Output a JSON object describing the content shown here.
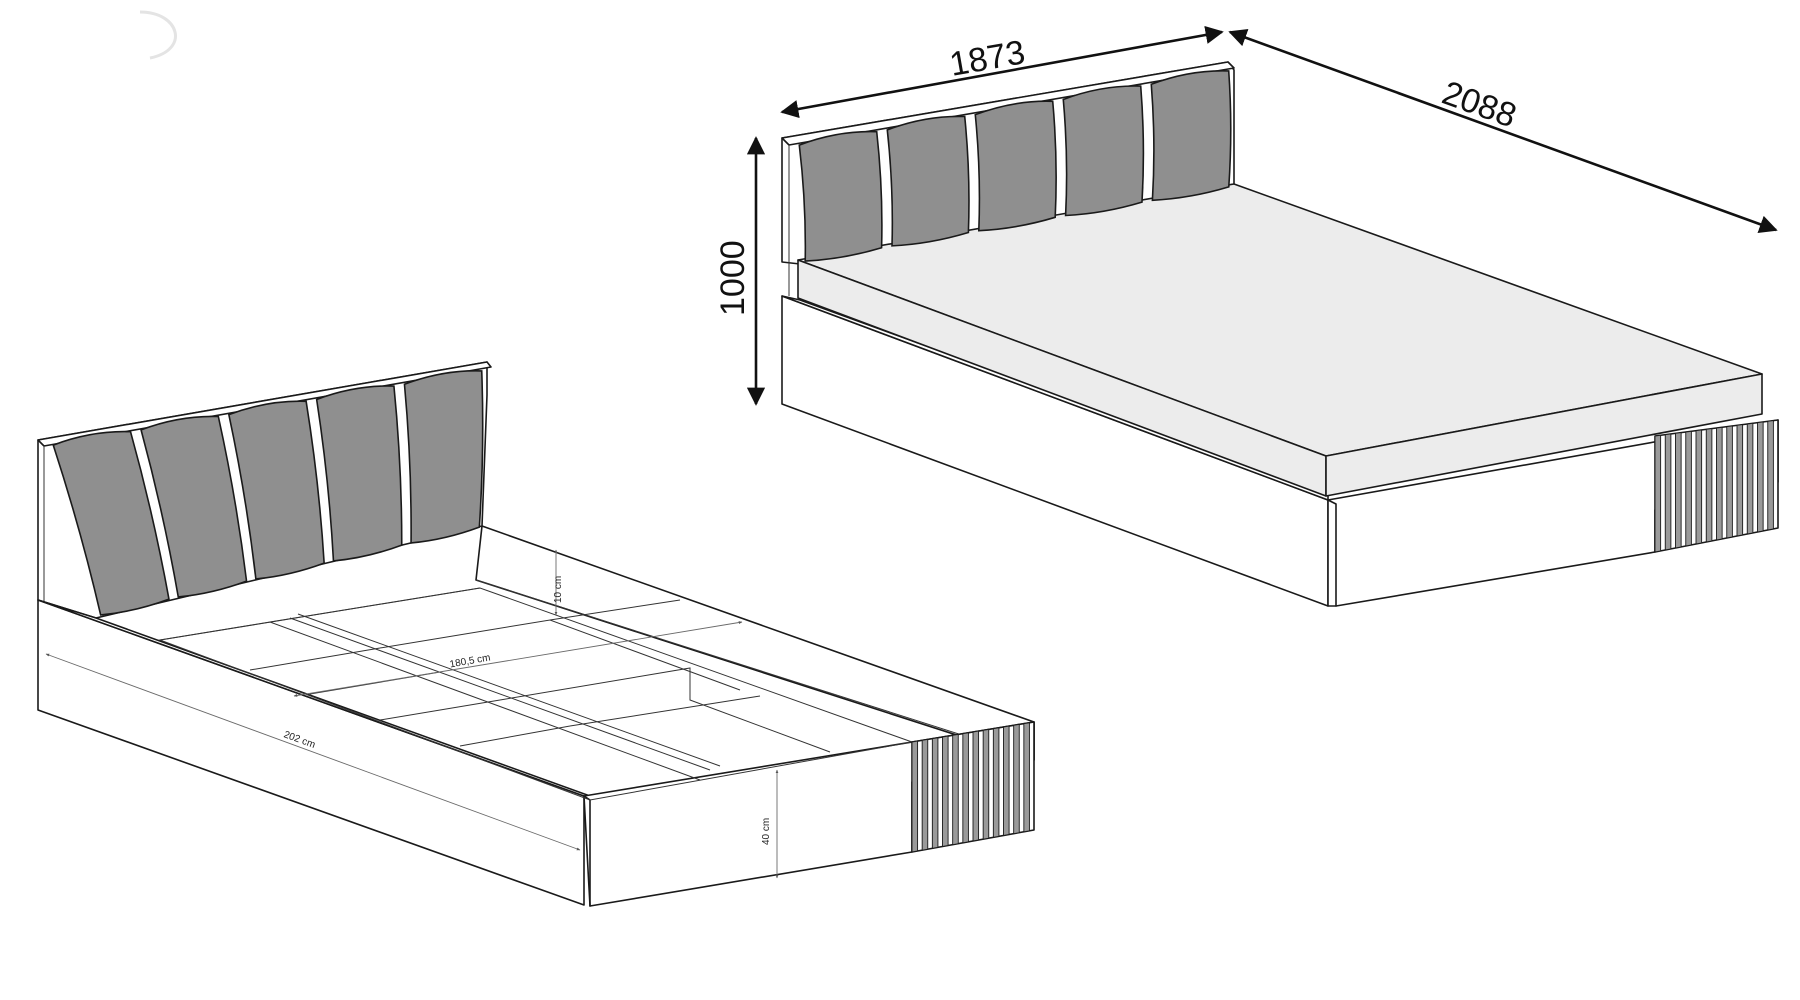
{
  "colors": {
    "line": "#1a1a1a",
    "cushion": "#8f8f8f",
    "mattress": "#ececec",
    "background": "#ffffff"
  },
  "frame_bed": {
    "dim_length": "202 cm",
    "dim_inner_width": "180,5 cm",
    "dim_headboard_rise": "10 cm",
    "dim_side_height": "40 cm",
    "cushion_count": 5,
    "slat_count": 12
  },
  "mattress_bed": {
    "dim_width": "1873",
    "dim_length": "2088",
    "dim_height": "1000",
    "cushion_count": 5,
    "slat_count": 12
  }
}
